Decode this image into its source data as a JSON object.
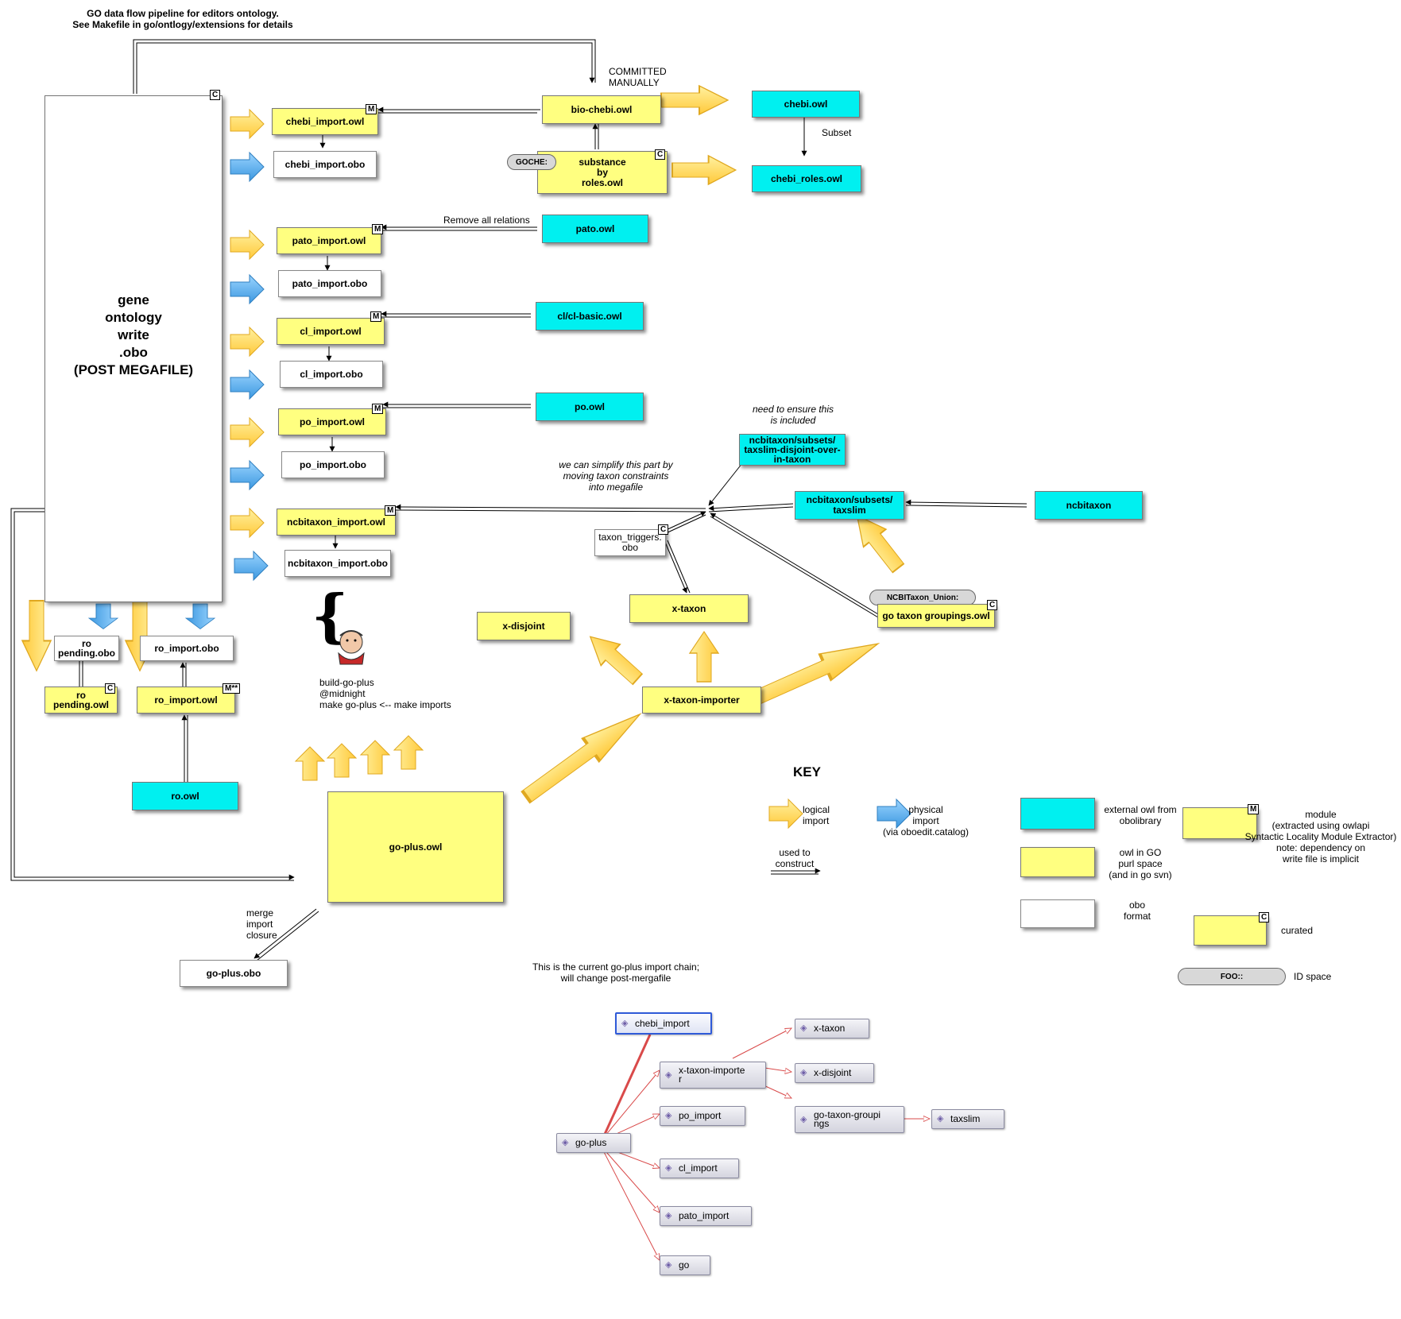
{
  "header": {
    "line1": "GO data flow pipeline for editors ontology.",
    "line2": "See Makefile in go/ontlogy/extensions for details"
  },
  "main": {
    "line1": "gene",
    "line2": "ontology",
    "line3": "write",
    "line4": ".obo",
    "line5": "(POST MEGAFILE)",
    "badge": "C"
  },
  "nodes": {
    "chebi_import_owl": "chebi_import.owl",
    "chebi_import_obo": "chebi_import.obo",
    "bio_chebi_owl": "bio-chebi.owl",
    "chebi_owl": "chebi.owl",
    "chebi_roles_owl": "chebi_roles.owl",
    "substance_l1": "substance",
    "substance_l2": "by",
    "substance_l3": "roles.owl",
    "pato_import_owl": "pato_import.owl",
    "pato_import_obo": "pato_import.obo",
    "pato_owl": "pato.owl",
    "cl_import_owl": "cl_import.owl",
    "cl_import_obo": "cl_import.obo",
    "cl_basic_owl": "cl/cl-basic.owl",
    "po_import_owl": "po_import.owl",
    "po_import_obo": "po_import.obo",
    "po_owl": "po.owl",
    "ncbitaxon_import_owl": "ncbitaxon_import.owl",
    "ncbitaxon_import_obo": "ncbitaxon_import.obo",
    "taxslim_disjoint_l1": "ncbitaxon/subsets/",
    "taxslim_disjoint_l2": "taxslim-disjoint-over-",
    "taxslim_disjoint_l3": "in-taxon",
    "taxslim_l1": "ncbitaxon/subsets/",
    "taxslim_l2": "taxslim",
    "ncbitaxon": "ncbitaxon",
    "taxon_triggers_l1": "taxon_triggers.",
    "taxon_triggers_l2": "obo",
    "x_taxon": "x-taxon",
    "x_disjoint": "x-disjoint",
    "x_taxon_importer": "x-taxon-importer",
    "go_taxon_groupings": "go taxon groupings.owl",
    "ro_pending_obo_l1": "ro",
    "ro_pending_obo_l2": "pending.obo",
    "ro_pending_owl_l1": "ro",
    "ro_pending_owl_l2": "pending.owl",
    "ro_import_obo": "ro_import.obo",
    "ro_import_owl": "ro_import.owl",
    "ro_owl": "ro.owl",
    "go_plus_owl": "go-plus.owl",
    "go_plus_obo": "go-plus.obo"
  },
  "badges": {
    "m": "M",
    "c": "C",
    "m_star": "M**"
  },
  "pills": {
    "goche": "GOCHE:",
    "ncbitaxon_union": "NCBITaxon_Union:",
    "foo": "FOO::"
  },
  "annotations": {
    "committed_l1": "COMMITTED",
    "committed_l2": "MANUALLY",
    "subset": "Subset",
    "remove_relations": "Remove all relations",
    "need_ensure_l1": "need to ensure this",
    "need_ensure_l2": "is included",
    "simplify_l1": "we can simplify this part by",
    "simplify_l2": "moving taxon constraints",
    "simplify_l3": "into megafile",
    "build_l1": "build-go-plus",
    "build_l2": "@midnight",
    "build_l3": "make go-plus <-- make imports",
    "merge_l1": "merge",
    "merge_l2": "import",
    "merge_l3": "closure",
    "current_l1": "This is the current go-plus import chain;",
    "current_l2": "will change post-mergafile"
  },
  "key": {
    "title": "KEY",
    "logical_l1": "logical",
    "logical_l2": "import",
    "physical_l1": "physical",
    "physical_l2": "import",
    "physical_l3": "(via oboedit.catalog)",
    "used_l1": "used to",
    "used_l2": "construct",
    "external_l1": "external owl from",
    "external_l2": "obolibrary",
    "owlgo_l1": "owl in GO",
    "owlgo_l2": "purl space",
    "owlgo_l3": "(and in go svn)",
    "obo_l1": "obo",
    "obo_l2": "format",
    "module_l1": "module",
    "module_l2": "(extracted using owlapi",
    "module_l3": "Syntactic Locality Module Extractor)",
    "module_l4": "note: dependency on",
    "module_l5": "write file is implicit",
    "curated": "curated",
    "idspace": "ID space"
  },
  "protege": {
    "chebi_import": "chebi_import",
    "x_taxon": "x-taxon",
    "x_taxon_importer_l1": "x-taxon-importe",
    "x_taxon_importer_l2": "r",
    "x_disjoint": "x-disjoint",
    "po_import": "po_import",
    "go_taxon_groupings_l1": "go-taxon-groupi",
    "go_taxon_groupings_l2": "ngs",
    "taxslim": "taxslim",
    "go_plus": "go-plus",
    "cl_import": "cl_import",
    "pato_import": "pato_import",
    "go": "go"
  },
  "colors": {
    "owl_in_go": "#ffff80",
    "external_owl": "#00f0f0",
    "logical_arrow": "#ffd84a",
    "physical_arrow": "#5ab4f0",
    "import_edge": "#d94a4a"
  }
}
